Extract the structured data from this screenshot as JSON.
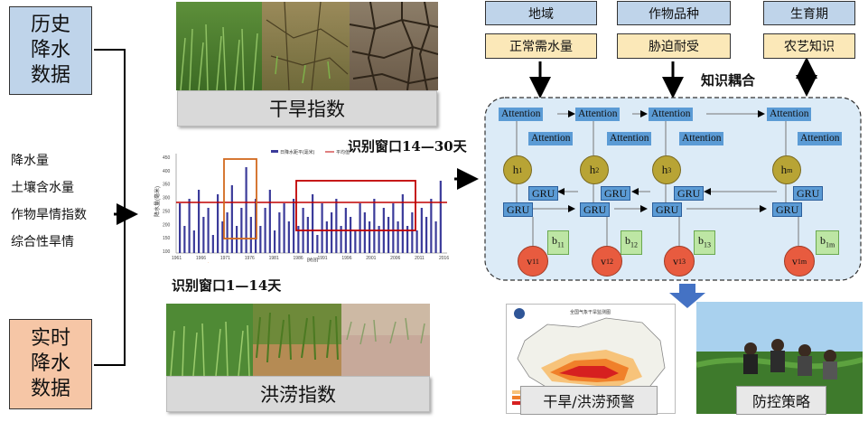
{
  "left": {
    "history_box": "历史\n降水\n数据",
    "realtime_box": "实时\n降水\n数据",
    "indicators": [
      "降水量",
      "土壤含水量",
      "作物旱情指数",
      "综合性旱情"
    ]
  },
  "middle": {
    "drought_caption": "干旱指数",
    "flood_caption": "洪涝指数",
    "window_long": "识别窗口14—30天",
    "window_short": "识别窗口1—14天",
    "timeseries": {
      "legend": [
        "日降水距平(毫米)",
        "平均值"
      ],
      "ylabel": "降水量(毫米)",
      "xlabel": "时间",
      "yticks": [
        "450",
        "400",
        "350",
        "300",
        "250",
        "200",
        "150",
        "100"
      ],
      "xticks": [
        "1961",
        "1966",
        "1971",
        "1976",
        "1981",
        "1986",
        "1991",
        "1996",
        "2001",
        "2006",
        "2011",
        "2016"
      ]
    }
  },
  "right": {
    "top_row": [
      "地域",
      "作物品种",
      "生育期"
    ],
    "second_row": [
      "正常需水量",
      "胁迫耐受",
      "农艺知识"
    ],
    "coupling_label": "知识耦合",
    "attention_label": "Attention",
    "gru_label": "GRU",
    "h_nodes": [
      {
        "base": "h",
        "sub": "1"
      },
      {
        "base": "h",
        "sub": "2"
      },
      {
        "base": "h",
        "sub": "3"
      },
      {
        "base": "h",
        "sub": "m"
      }
    ],
    "v_nodes": [
      {
        "base": "v",
        "sub": "11"
      },
      {
        "base": "v",
        "sub": "12"
      },
      {
        "base": "v",
        "sub": "13"
      },
      {
        "base": "v",
        "sub": "1m"
      }
    ],
    "b_nodes": [
      {
        "base": "b",
        "sub": "11"
      },
      {
        "base": "b",
        "sub": "12"
      },
      {
        "base": "b",
        "sub": "13"
      },
      {
        "base": "b",
        "sub": "1m"
      }
    ],
    "warning_label": "干旱/洪涝预警",
    "strategy_label": "防控策略",
    "map_title": "全国气象干旱监测图"
  }
}
